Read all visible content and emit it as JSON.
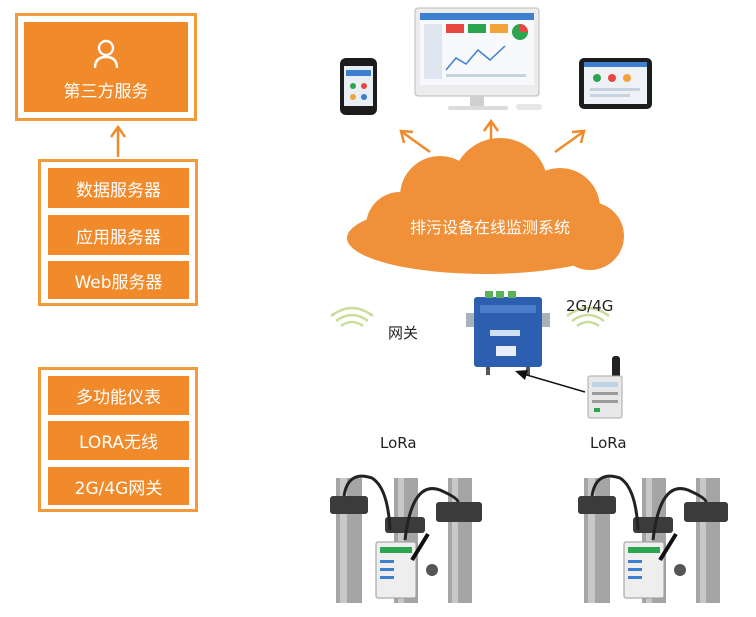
{
  "colors": {
    "accent": "#f08a2a",
    "frame": "#f29a3c",
    "cloud": "#f0913a"
  },
  "left_panel": {
    "top_box_label": "第三方服务",
    "server_items": [
      "数据服务器",
      "应用服务器",
      "Web服务器"
    ],
    "device_items": [
      "多功能仪表",
      "LORA无线",
      "2G/4G网关"
    ]
  },
  "right_panel": {
    "cloud_label": "排污设备在线监测系统",
    "gateway_label": "网关",
    "network_label": "2G/4G",
    "lora_left": "LoRa",
    "lora_right": "LoRa"
  }
}
